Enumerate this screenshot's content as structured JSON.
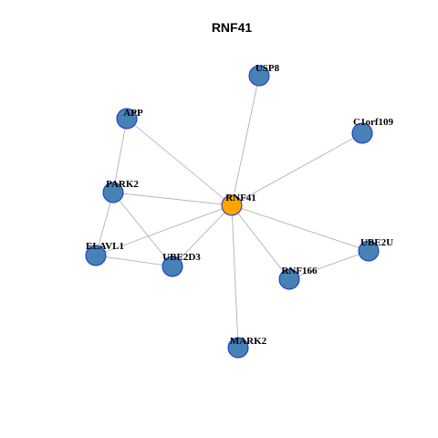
{
  "title": "RNF41",
  "colors": {
    "center_node": "#FFA500",
    "neighbor_node": "#4682B4",
    "node_border": "#1A2FD1",
    "edge": "#A8A8A8"
  },
  "nodes": [
    {
      "id": "RNF41",
      "role": "center"
    },
    {
      "id": "USP8",
      "role": "neighbor"
    },
    {
      "id": "APP",
      "role": "neighbor"
    },
    {
      "id": "C1orf109",
      "role": "neighbor"
    },
    {
      "id": "PARK2",
      "role": "neighbor"
    },
    {
      "id": "ELAVL1",
      "role": "neighbor"
    },
    {
      "id": "UBE2D3",
      "role": "neighbor"
    },
    {
      "id": "UBE2U",
      "role": "neighbor"
    },
    {
      "id": "RNF166",
      "role": "neighbor"
    },
    {
      "id": "MARK2",
      "role": "neighbor"
    }
  ],
  "edges": [
    [
      "RNF41",
      "USP8"
    ],
    [
      "RNF41",
      "APP"
    ],
    [
      "RNF41",
      "C1orf109"
    ],
    [
      "RNF41",
      "PARK2"
    ],
    [
      "RNF41",
      "ELAVL1"
    ],
    [
      "RNF41",
      "UBE2D3"
    ],
    [
      "RNF41",
      "UBE2U"
    ],
    [
      "RNF41",
      "RNF166"
    ],
    [
      "RNF41",
      "MARK2"
    ],
    [
      "APP",
      "PARK2"
    ],
    [
      "PARK2",
      "ELAVL1"
    ],
    [
      "PARK2",
      "UBE2D3"
    ],
    [
      "ELAVL1",
      "UBE2D3"
    ],
    [
      "RNF166",
      "UBE2U"
    ]
  ]
}
